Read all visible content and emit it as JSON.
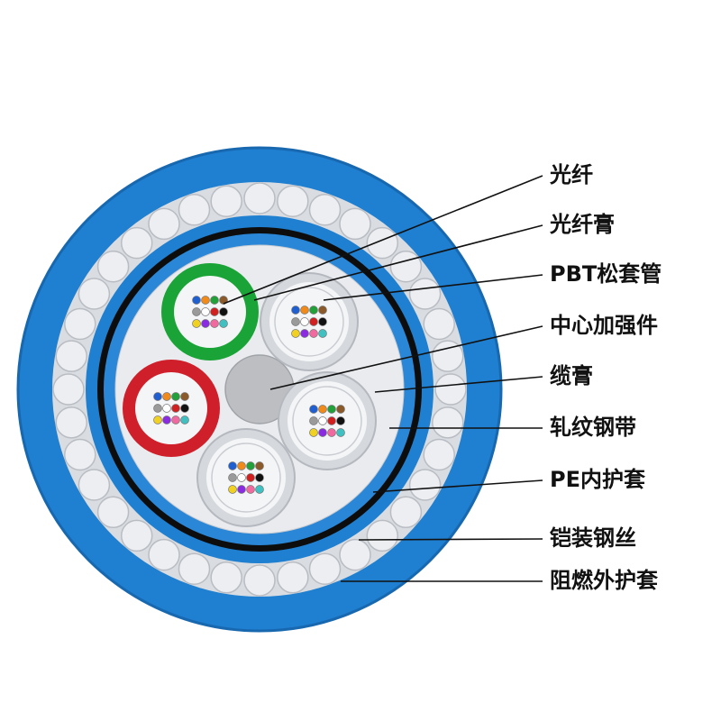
{
  "labels": [
    "光纤",
    "光纤膏",
    "PBT松套管",
    "中心加强件",
    "缆膏",
    "轧纹钢带",
    "PE内护套",
    "铠装钢丝",
    "阻燃外护套"
  ],
  "colors": {
    "outer_sheath": "#1f7fd0",
    "armor_gap": "#d9dce0",
    "armor_wire": "#eceef1",
    "inner_sheath": "#1f7fd0",
    "steel_tape": "#0d0d0d",
    "cable_filling": "#e9ebee",
    "strength_member": "#bcbec2",
    "tube_green": "#1aa336",
    "tube_red": "#cf1f2a",
    "tube_neutral": "#d5d8dd",
    "fiber_gel": "#f4f5f7",
    "leader_line": "#111111"
  },
  "fiber_colors": [
    "#1f5fd0",
    "#f08a1a",
    "#22a03a",
    "#8b5a2b",
    "#9a9a9a",
    "#ffffff",
    "#d02020",
    "#111111",
    "#f0d020",
    "#8a2be2",
    "#f06aa0",
    "#40c0c0"
  ],
  "tubes": [
    {
      "name": "tube-top-left",
      "color_key": "tube_green"
    },
    {
      "name": "tube-top-right",
      "color_key": "tube_neutral"
    },
    {
      "name": "tube-left",
      "color_key": "tube_red"
    },
    {
      "name": "tube-right",
      "color_key": "tube_neutral"
    },
    {
      "name": "tube-bottom",
      "color_key": "tube_neutral"
    }
  ]
}
